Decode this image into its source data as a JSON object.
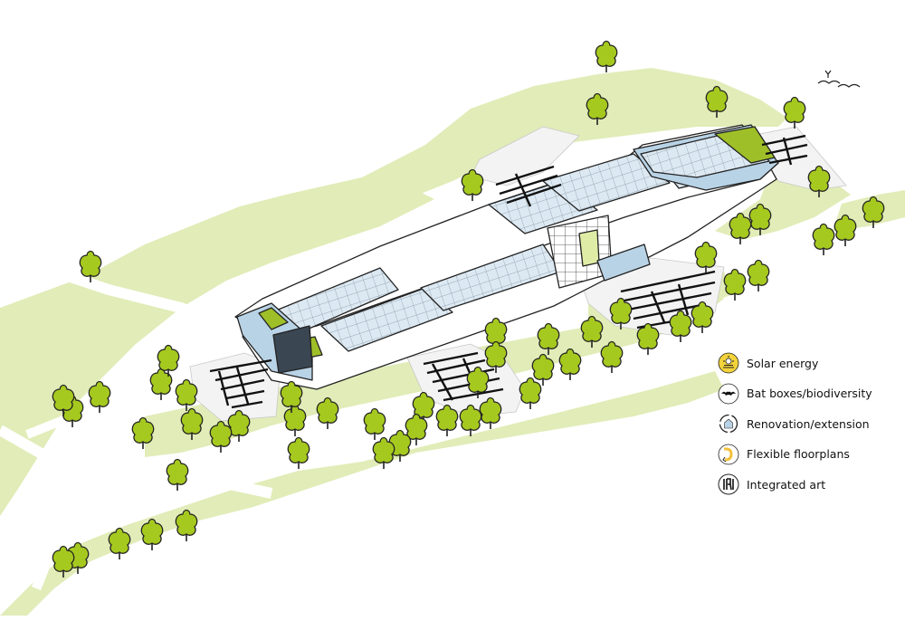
{
  "legend": {
    "items": [
      {
        "icon": "solar-energy-icon",
        "label": "Solar energy"
      },
      {
        "icon": "bat-boxes-icon",
        "label": "Bat boxes/biodiversity"
      },
      {
        "icon": "renovation-extension-icon",
        "label": "Renovation/extension"
      },
      {
        "icon": "flexible-floorplans-icon",
        "label": "Flexible floorplans"
      },
      {
        "icon": "integrated-art-icon",
        "label": "Integrated art"
      }
    ]
  },
  "colors": {
    "green_area": "#e1ecb8",
    "tree_fill": "#a6c91f",
    "roof_solar": "#dde9f2",
    "glass_blue": "#b9d3e6",
    "green_roof": "#9fbf28",
    "outline": "#222222",
    "icon_yellow": "#f2d33b"
  }
}
